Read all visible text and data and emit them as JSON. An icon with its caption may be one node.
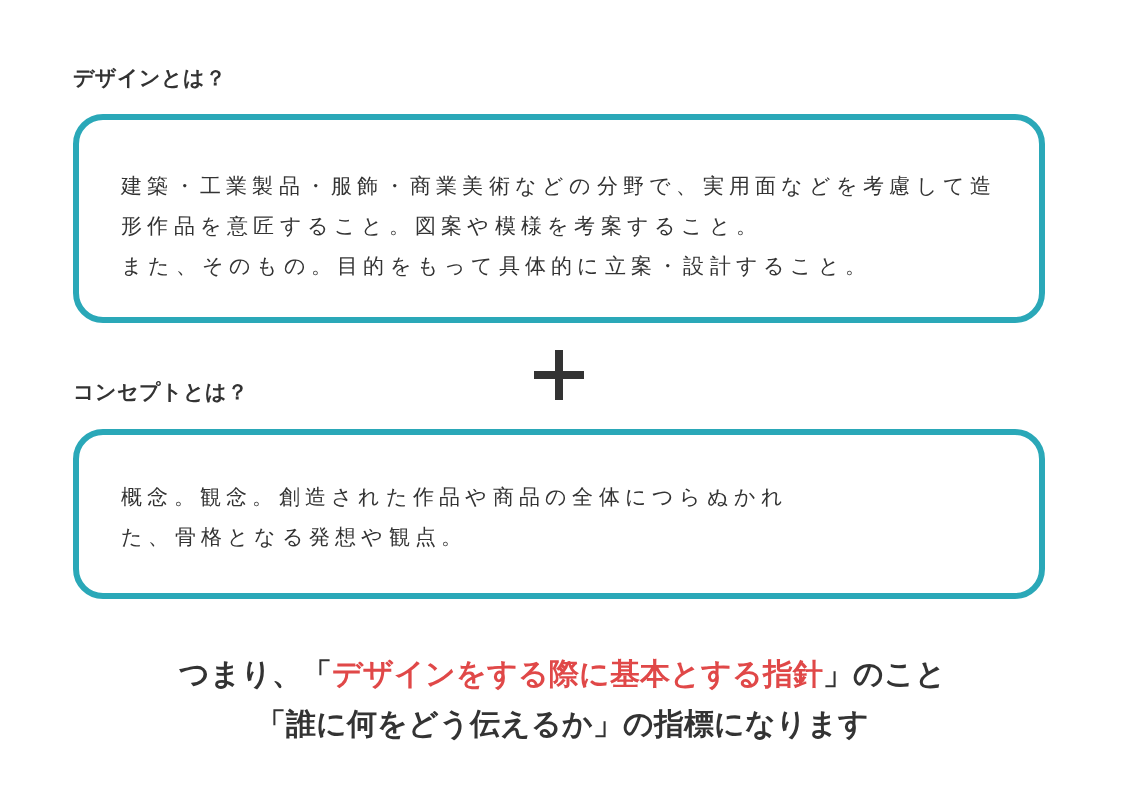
{
  "diagram": {
    "nodes": [
      {
        "text": [
          "デザインとは？",
          "建築・工業製品・服飾・商業美術などの分野で、実用面などを考慮して造形作品を意匠すること。図案や模様を考案すること。",
          "また、そのもの。目的をもって具体的に立案・設計すること。"
        ]
      },
      {
        "text": [
          "コンセプトとは？",
          "概念。観念。創造された作品や商品の全体につらぬかれた、骨格となる発想や観点。"
        ]
      }
    ],
    "labels": [
      "つまり、「",
      "デザインをする際に基本とする指針",
      "」のこと",
      "「誰に何をどう伝えるか」の指標になります"
    ]
  }
}
